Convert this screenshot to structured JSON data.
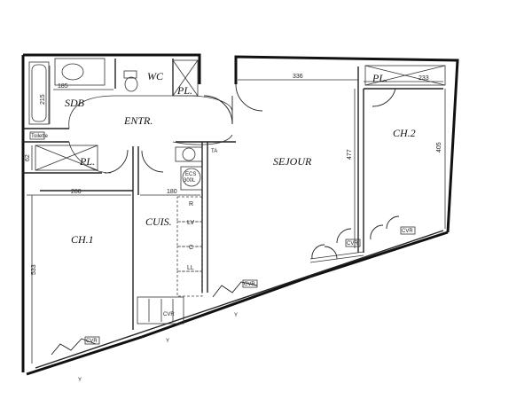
{
  "rooms": {
    "sdb": "SDB",
    "wc": "WC",
    "pl_wc": "PL.",
    "entr": "ENTR.",
    "pl_left": "PL.",
    "ta": "TA",
    "sejour": "SEJOUR",
    "pl_right": "PL.",
    "ch2": "CH.2",
    "cuis": "CUIS.",
    "ch1": "CH.1",
    "lv": "LV",
    "c": "C",
    "ll": "LL",
    "r": "R",
    "toilette": "Toilette"
  },
  "dimensions": {
    "d185": "185",
    "d215": "215",
    "d62": "62",
    "d336": "336",
    "d233": "233",
    "d477": "477",
    "d405": "405",
    "d280": "280",
    "d180": "180",
    "d533": "533"
  },
  "labels": {
    "cvr1": "CVR",
    "cvr2": "CVR",
    "cvr3": "CVR",
    "cvr4": "CVR",
    "cvr5": "CVR",
    "ecs": "ECS",
    "ecs2": "300L",
    "arrow1": "Y",
    "arrow2": "Y",
    "arrow3": "Y"
  }
}
